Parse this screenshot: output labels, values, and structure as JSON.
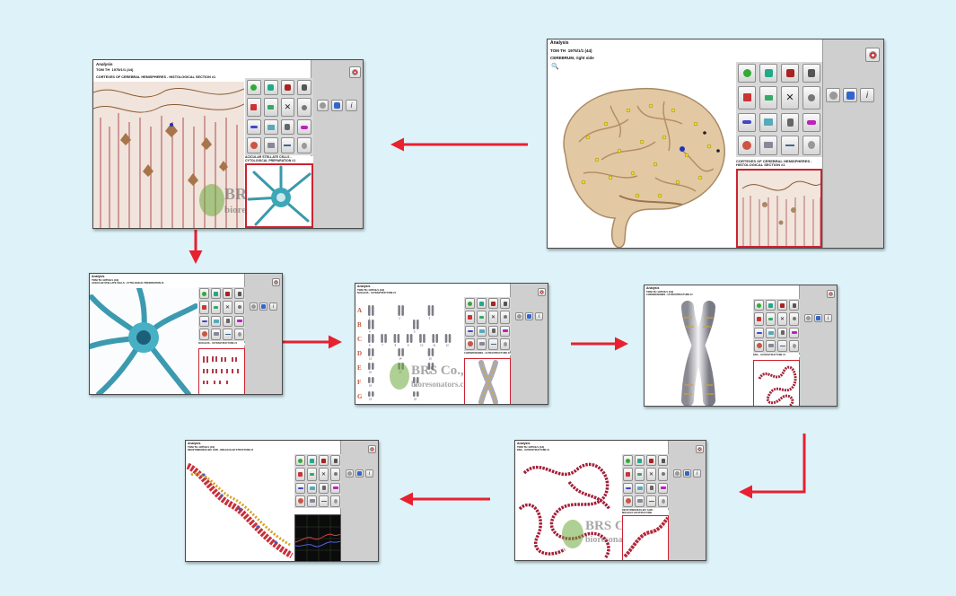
{
  "windows": {
    "cerebrum": {
      "title": "Analysis",
      "tom": "TOM TH",
      "date": "1975/1/1 (44)",
      "section": "CEREBRUM, right side",
      "thumb_caption": "CORTEXES OF CEREBRAL HEMISPHERES - HISTOLOGICAL SECTION #1"
    },
    "cortex": {
      "title": "Analysis",
      "tom": "TOM TH",
      "date": "1975/1/1 (44)",
      "section": "CORTEXES OF CEREBRAL HEMISPHERES - HISTOLOGICAL SECTION #1",
      "thumb_caption": "ACICULAR STELLATE CELLS - CYTOLOGICAL PREPARATION #1"
    },
    "stellate": {
      "title": "Analysis",
      "tom": "TOM TH",
      "date": "1975/1/1 (44)",
      "section": "ACICULAR STELLATE CELLS - CYTOLOGICAL PREPARATION #1",
      "thumb_caption": "NUCLEUS - ULTRASTRUCTURE #1"
    },
    "nucleus": {
      "title": "Analysis",
      "tom": "TOM TH",
      "date": "1975/1/1 (44)",
      "section": "NUCLEUS - ULTRASTRUCTURE #1",
      "thumb_caption": "CHROMOSOMES - ULTRASTRUCTURE #1",
      "karyotype": {
        "rows": [
          "A",
          "B",
          "C",
          "D",
          "E",
          "F",
          "G"
        ],
        "numbers": [
          "1",
          "2",
          "3",
          "4",
          "5",
          "6",
          "7",
          "8",
          "9",
          "10",
          "11",
          "12",
          "13",
          "14",
          "15",
          "16",
          "17",
          "18",
          "19",
          "20",
          "21",
          "22"
        ]
      }
    },
    "chromosome": {
      "title": "Analysis",
      "tom": "TOM TH",
      "date": "1975/1/1 (44)",
      "section": "CHROMOSOMES - ULTRASTRUCTURE #1",
      "thumb_caption": "DNA - ULTRASTRUCTURE #1"
    },
    "dna": {
      "title": "Analysis",
      "tom": "TOM TH",
      "date": "1975/1/1 (44)",
      "section": "DNA - ULTRASTRUCTURE #1",
      "thumb_caption": "DEOXYRIBONUCLEIC ACID - MOLECULAR STRUCTURE"
    },
    "helix": {
      "title": "Analysis",
      "tom": "TOM TH",
      "date": "1975/1/1 (44)",
      "section": "DEOXYRIBONUCLEIC ACID - MOLECULAR STRUCTURE #1"
    }
  },
  "watermark": {
    "company": "BRS Co.,Ltd",
    "site": "bioresonators.com"
  },
  "icons": [
    "plus-icon",
    "magnet-icon",
    "magnet-icon",
    "hand-icon",
    "chart-icon",
    "arrow-icon",
    "close-icon",
    "gear-icon",
    "wave-icon",
    "image-icon",
    "flask-icon",
    "eraser-icon",
    "cluster-icon",
    "film-icon",
    "line-icon",
    "bell-icon"
  ],
  "colors": {
    "background": "#def2f9",
    "arrow": "#e8202f",
    "panel": "#cfcfcf",
    "thumb_border": "#cc2233"
  }
}
